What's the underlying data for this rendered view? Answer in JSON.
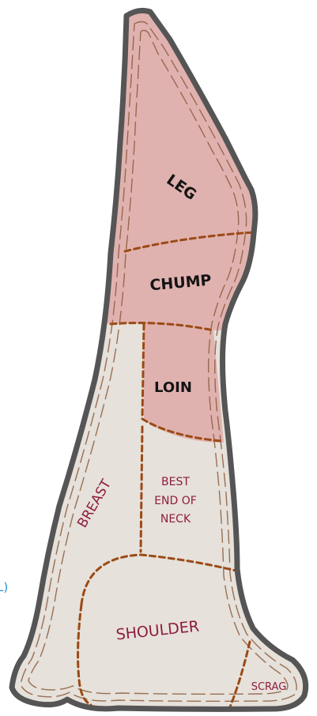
{
  "labels": {
    "leg": "LEG",
    "chump": "CHUMP",
    "loin": "LOIN",
    "breast": "BREAST",
    "best_end": [
      "BEST",
      "END OF",
      "NECK"
    ],
    "shoulder": "SHOULDER",
    "scrag": "SCRAG",
    "edge_fragment": "L)"
  },
  "colors": {
    "highlight_fill": "#e0b2af",
    "body_fill": "#e6e1da",
    "outline": "#555555",
    "cut_line": "#9b4a16",
    "label_dark": "#141414",
    "label_light": "#8e1d3d",
    "edge_fragment": "#2a8ccc"
  }
}
